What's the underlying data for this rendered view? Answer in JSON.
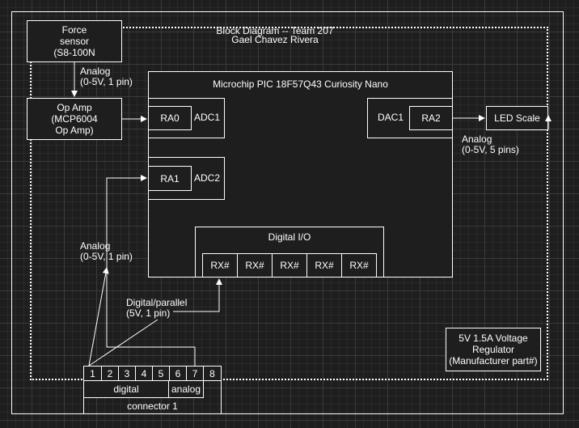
{
  "diagram": {
    "title_line1": "Block Diagram -- Team 207",
    "title_line2": "Gael Chavez Rivera",
    "force_sensor": "Force\nsensor\n(S8-100N",
    "analog_label_1": "Analog\n(0-5V, 1 pin)",
    "op_amp": "Op Amp\n(MCP6004\nOp Amp)",
    "mcu_title": "Microchip PIC 18F57Q43 Curiosity Nano",
    "ra0": "RA0",
    "adc1": "ADC1",
    "ra1": "RA1",
    "adc2": "ADC2",
    "dac1": "DAC1",
    "ra2": "RA2",
    "led_scale": "LED Scale",
    "analog_label_led": "Analog\n(0-5V, 5 pins)",
    "digital_io": "Digital I/O",
    "rx_pins": [
      "RX#",
      "RX#",
      "RX#",
      "RX#",
      "RX#"
    ],
    "analog_label_2": "Analog\n(0-5V, 1 pin)",
    "digital_parallel": "Digital/parallel\n(5V, 1 pin)",
    "regulator": "5V 1.5A Voltage\nRegulator\n(Manufacturer part#)",
    "connector_pins": [
      "1",
      "2",
      "3",
      "4",
      "5",
      "6",
      "7",
      "8"
    ],
    "connector_digital": "digital",
    "connector_analog": "analog",
    "connector_name": "connector 1"
  }
}
